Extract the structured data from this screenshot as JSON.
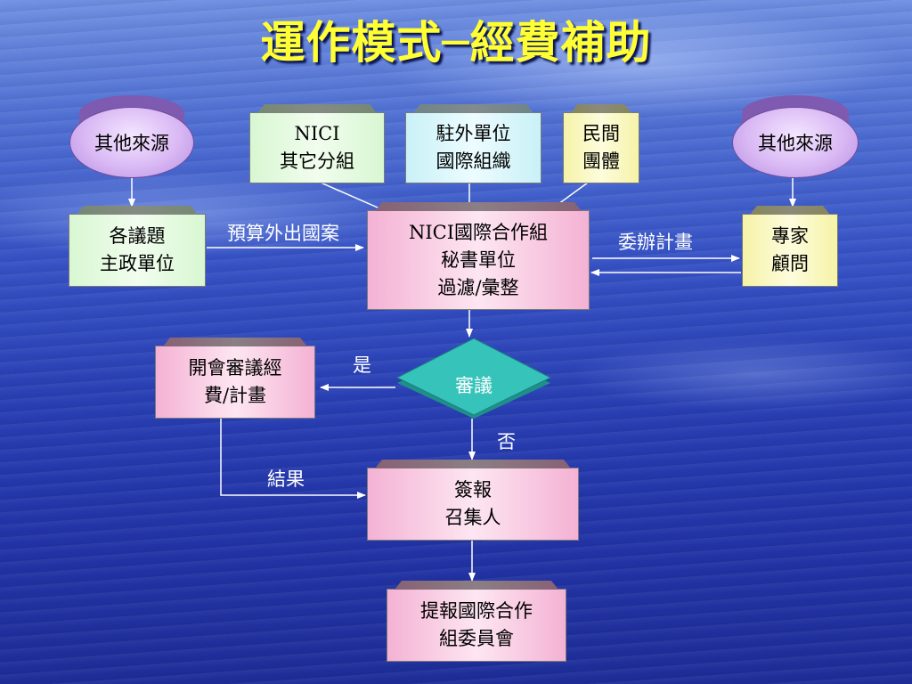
{
  "title": "運作模式─經費補助",
  "nodes": {
    "other_source_left": "其他來源",
    "other_source_right": "其他來源",
    "nici_other_groups": "NICI\n其它分組",
    "overseas_units": "駐外單位\n國際組織",
    "private_groups": "民間\n團體",
    "issue_units": "各議題\n主政單位",
    "nici_secretariat": "NICI國際合作組\n秘書單位\n過濾/彙整",
    "experts": "專家\n顧問",
    "review": "審議",
    "meeting_funding": "開會審議經\n費/計畫",
    "sign_report": "簽報\n召集人",
    "report_committee": "提報國際合作\n組委員會"
  },
  "edge_labels": {
    "budget_abroad": "預算外出國案",
    "commission_plan": "委辦計畫",
    "yes": "是",
    "no": "否",
    "result": "結果"
  },
  "colors": {
    "title": "#ffff33",
    "green_box": "#d8f7d2",
    "cyan_box": "#c9f1f7",
    "yellow_box": "#f6f3a8",
    "pink_box": "#f4b2d4",
    "oval": "#d9b8f4",
    "diamond": "#2fb8b0"
  }
}
